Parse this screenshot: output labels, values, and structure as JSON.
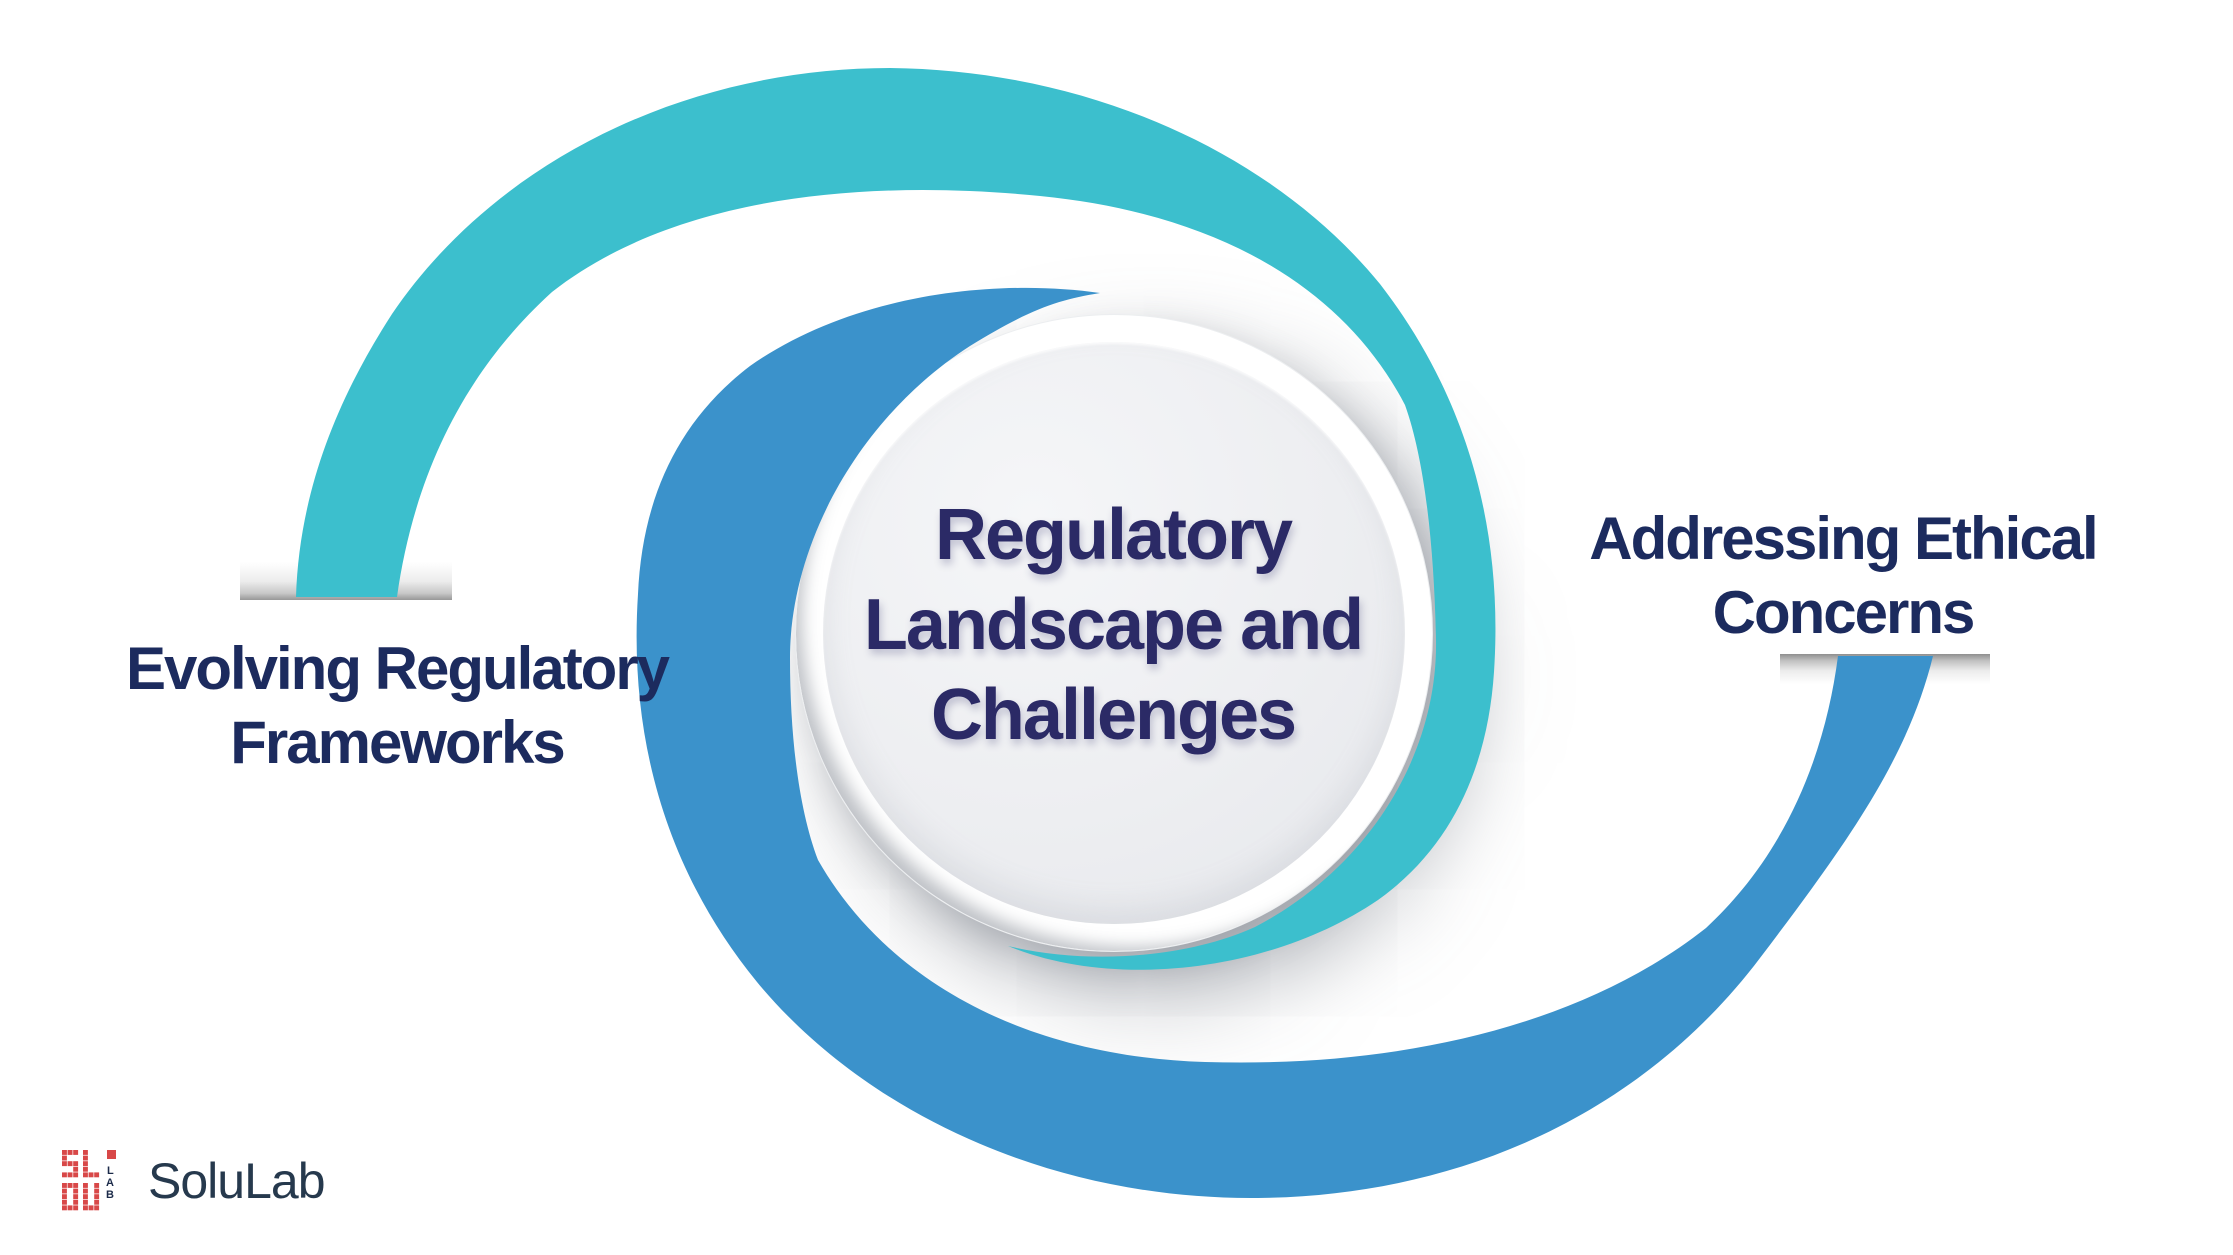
{
  "page": {
    "background": "#ffffff",
    "description": "Swirl infographic diagram with central circular badge and two connected topic labels"
  },
  "center_badge": {
    "lines": [
      "Regulatory",
      "Landscape and",
      "Challenges"
    ]
  },
  "left_item": {
    "lines": [
      "Evolving Regulatory",
      "Frameworks"
    ]
  },
  "right_item": {
    "lines": [
      "Addressing Ethical",
      "Concerns"
    ]
  },
  "brand": {
    "name": "SoluLab",
    "icon_letters": [
      "L",
      "A",
      "B"
    ]
  },
  "colors": {
    "teal_ribbon": "#3cbfcd",
    "blue_ribbon": "#3b92cb",
    "title_navy": "#2b2a66",
    "label_navy": "#1c2b5e",
    "circle_fill": "#edeef1",
    "circle_rim": "#ffffff",
    "slot_gray": "#979797",
    "brand_text": "#26394d",
    "logo_red": "#d84848"
  }
}
